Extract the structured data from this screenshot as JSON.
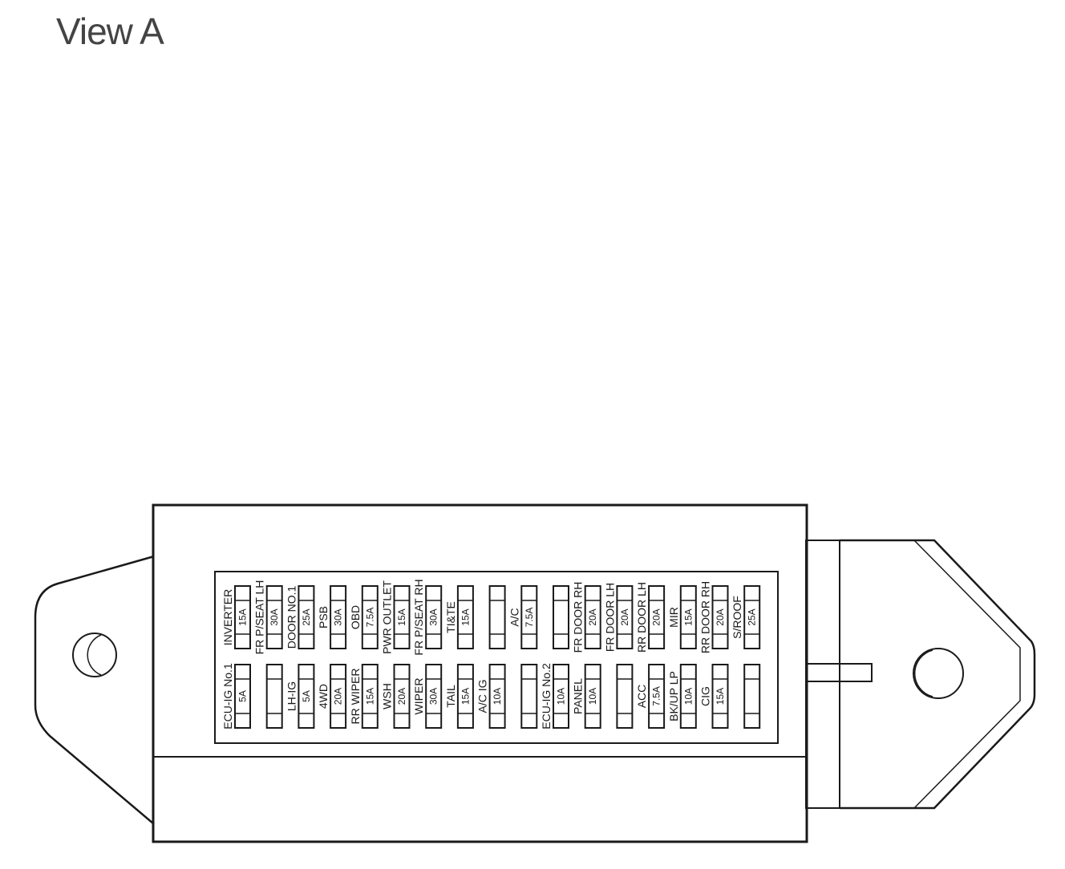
{
  "title": "View A",
  "columns": [
    {
      "top": {
        "label": "INVERTER",
        "amp": "15A"
      },
      "bottom": {
        "label": "ECU-IG No.1",
        "amp": "5A"
      }
    },
    {
      "top": {
        "label": "FR P/SEAT LH",
        "amp": "30A"
      },
      "bottom": {
        "label": "",
        "amp": ""
      }
    },
    {
      "top": {
        "label": "DOOR NO.1",
        "amp": "25A"
      },
      "bottom": {
        "label": "LH-IG",
        "amp": "5A"
      }
    },
    {
      "top": {
        "label": "PSB",
        "amp": "30A"
      },
      "bottom": {
        "label": "4WD",
        "amp": "20A"
      }
    },
    {
      "top": {
        "label": "OBD",
        "amp": "7.5A"
      },
      "bottom": {
        "label": "RR WIPER",
        "amp": "15A"
      }
    },
    {
      "top": {
        "label": "PWR OUTLET",
        "amp": "15A"
      },
      "bottom": {
        "label": "WSH",
        "amp": "20A"
      }
    },
    {
      "top": {
        "label": "FR P/SEAT RH",
        "amp": "30A"
      },
      "bottom": {
        "label": "WIPER",
        "amp": "30A"
      }
    },
    {
      "top": {
        "label": "TI&TE",
        "amp": "15A"
      },
      "bottom": {
        "label": "TAIL",
        "amp": "15A"
      }
    },
    {
      "top": {
        "label": "",
        "amp": ""
      },
      "bottom": {
        "label": "A/C IG",
        "amp": "10A"
      }
    },
    {
      "top": {
        "label": "A/C",
        "amp": "7.5A"
      },
      "bottom": {
        "label": "",
        "amp": ""
      }
    },
    {
      "top": {
        "label": "",
        "amp": ""
      },
      "bottom": {
        "label": "ECU-IG No.2",
        "amp": "10A"
      }
    },
    {
      "top": {
        "label": "FR DOOR RH",
        "amp": "20A"
      },
      "bottom": {
        "label": "PANEL",
        "amp": "10A"
      }
    },
    {
      "top": {
        "label": "FR DOOR LH",
        "amp": "20A"
      },
      "bottom": {
        "label": "",
        "amp": ""
      }
    },
    {
      "top": {
        "label": "RR DOOR LH",
        "amp": "20A"
      },
      "bottom": {
        "label": "ACC",
        "amp": "7.5A"
      }
    },
    {
      "top": {
        "label": "MIR",
        "amp": "15A"
      },
      "bottom": {
        "label": "BK/UP LP",
        "amp": "10A"
      }
    },
    {
      "top": {
        "label": "RR DOOR RH",
        "amp": "20A"
      },
      "bottom": {
        "label": "CIG",
        "amp": "15A"
      }
    },
    {
      "top": {
        "label": "S/ROOF",
        "amp": "25A"
      },
      "bottom": {
        "label": "",
        "amp": ""
      }
    }
  ]
}
